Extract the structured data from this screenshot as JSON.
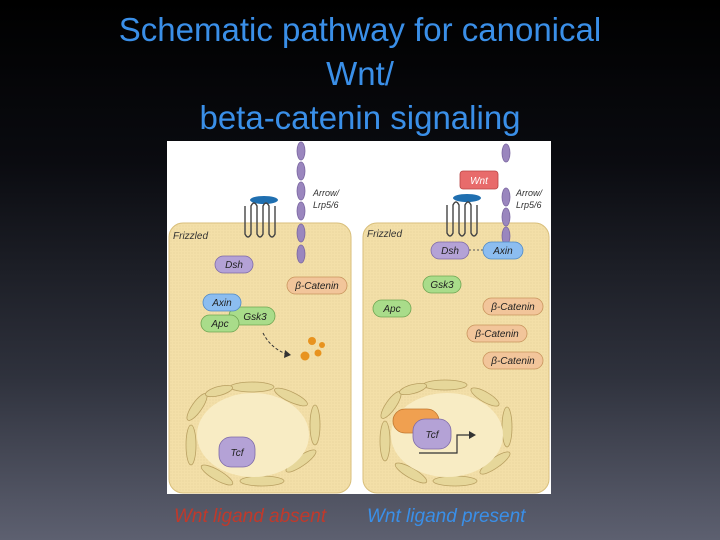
{
  "slide": {
    "title_lines": [
      "Schematic pathway for canonical",
      "Wnt/",
      "beta-catenin signaling"
    ]
  },
  "diagram": {
    "left_panel": {
      "receptor_label_1": "Arrow/",
      "receptor_label_2": "Lrp5/6",
      "frizzled": "Frizzled",
      "dsh": "Dsh",
      "beta_catenin": "β-Catenin",
      "axin": "Axin",
      "gsk3": "Gsk3",
      "apc": "Apc",
      "tcf": "Tcf"
    },
    "right_panel": {
      "wnt": "Wnt",
      "receptor_label_1": "Arrow/",
      "receptor_label_2": "Lrp5/6",
      "frizzled": "Frizzled",
      "dsh": "Dsh",
      "axin": "Axin",
      "gsk3": "Gsk3",
      "apc": "Apc",
      "beta_catenin_1": "β-Catenin",
      "beta_catenin_2": "β-Catenin",
      "beta_catenin_3": "β-Catenin",
      "tcf": "Tcf"
    },
    "colors": {
      "cell": "#f3dfa8",
      "membrane_blob": "#e6d79a",
      "receptor": "#9a86be",
      "wnt": "#e86b6b",
      "dsh": "#b4a2d6",
      "axin": "#8cbdf0",
      "apc_gsk": "#a9dc8a",
      "beta_catenin": "#f2c59a",
      "degraded": "#e8931f",
      "title": "#3a8fe8",
      "caption_absent": "#c0392b",
      "caption_present": "#3a8fe8"
    }
  },
  "captions": {
    "absent": "Wnt ligand absent",
    "present": "Wnt ligand present"
  }
}
